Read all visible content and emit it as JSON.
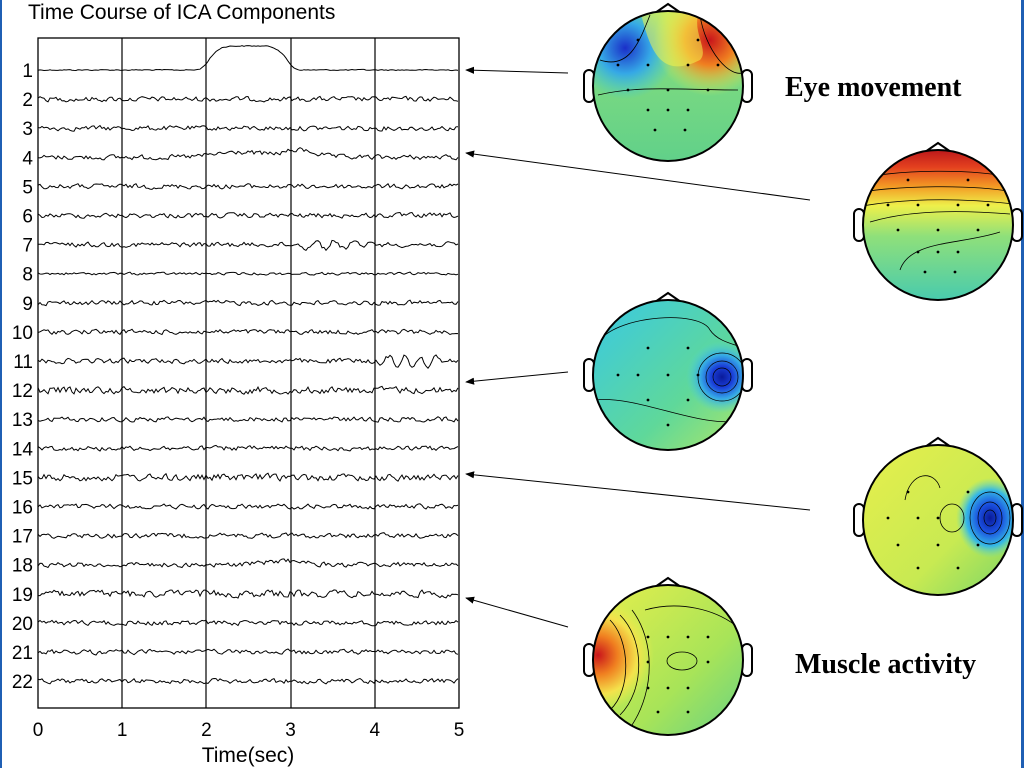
{
  "figure": {
    "title": "Time Course of ICA Components",
    "xlabel": "Time(sec)",
    "x_ticks": [
      "0",
      "1",
      "2",
      "3",
      "4",
      "5"
    ],
    "component_labels": [
      "1",
      "2",
      "3",
      "4",
      "5",
      "6",
      "7",
      "8",
      "9",
      "10",
      "11",
      "12",
      "13",
      "14",
      "15",
      "16",
      "17",
      "18",
      "19",
      "20",
      "21",
      "22"
    ],
    "annotations": [
      {
        "text": "Eye movement"
      },
      {
        "text": "Muscle activity"
      }
    ],
    "arrows_point_to_components": [
      1,
      4,
      12,
      15,
      19
    ],
    "colors": {
      "frame": "#1f5fb4",
      "map_red": "#d7191c",
      "map_yellow": "#f4f44c",
      "map_green": "#6fd36a",
      "map_cyan": "#35c8e6",
      "map_blue": "#1a2fc9"
    }
  }
}
